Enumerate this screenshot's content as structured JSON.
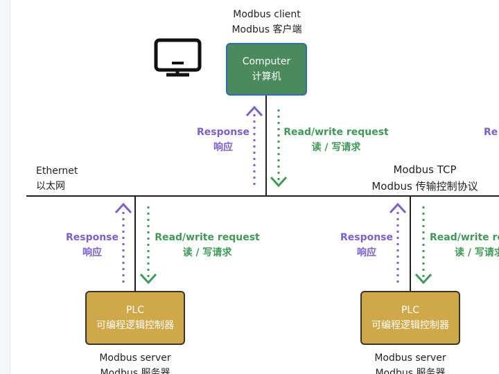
{
  "client": {
    "role_en": "Modbus client",
    "role_zh": "Modbus 客户端",
    "box_en": "Computer",
    "box_zh": "计算机",
    "icon": "monitor-icon",
    "box_color": "#4a8a5c"
  },
  "ethernet": {
    "en": "Ethernet",
    "zh": "以太网"
  },
  "protocol": {
    "en": "Modbus TCP",
    "zh": "Modbus 传输控制协议"
  },
  "response": {
    "en": "Response",
    "zh": "响应",
    "color": "#7b5fd1"
  },
  "request": {
    "en": "Read/write request",
    "zh": "读 / 写请求",
    "color": "#3f9a57"
  },
  "plc": {
    "box_en": "PLC",
    "box_zh": "可编程逻辑控制器",
    "role_en": "Modbus server",
    "role_zh": "Modbus 服务器",
    "box_color": "#cfa84a"
  },
  "right_cut": {
    "response_partial": "Re",
    "request_partial": "Read/write re",
    "request_zh_partial": "读 / 写请求"
  }
}
